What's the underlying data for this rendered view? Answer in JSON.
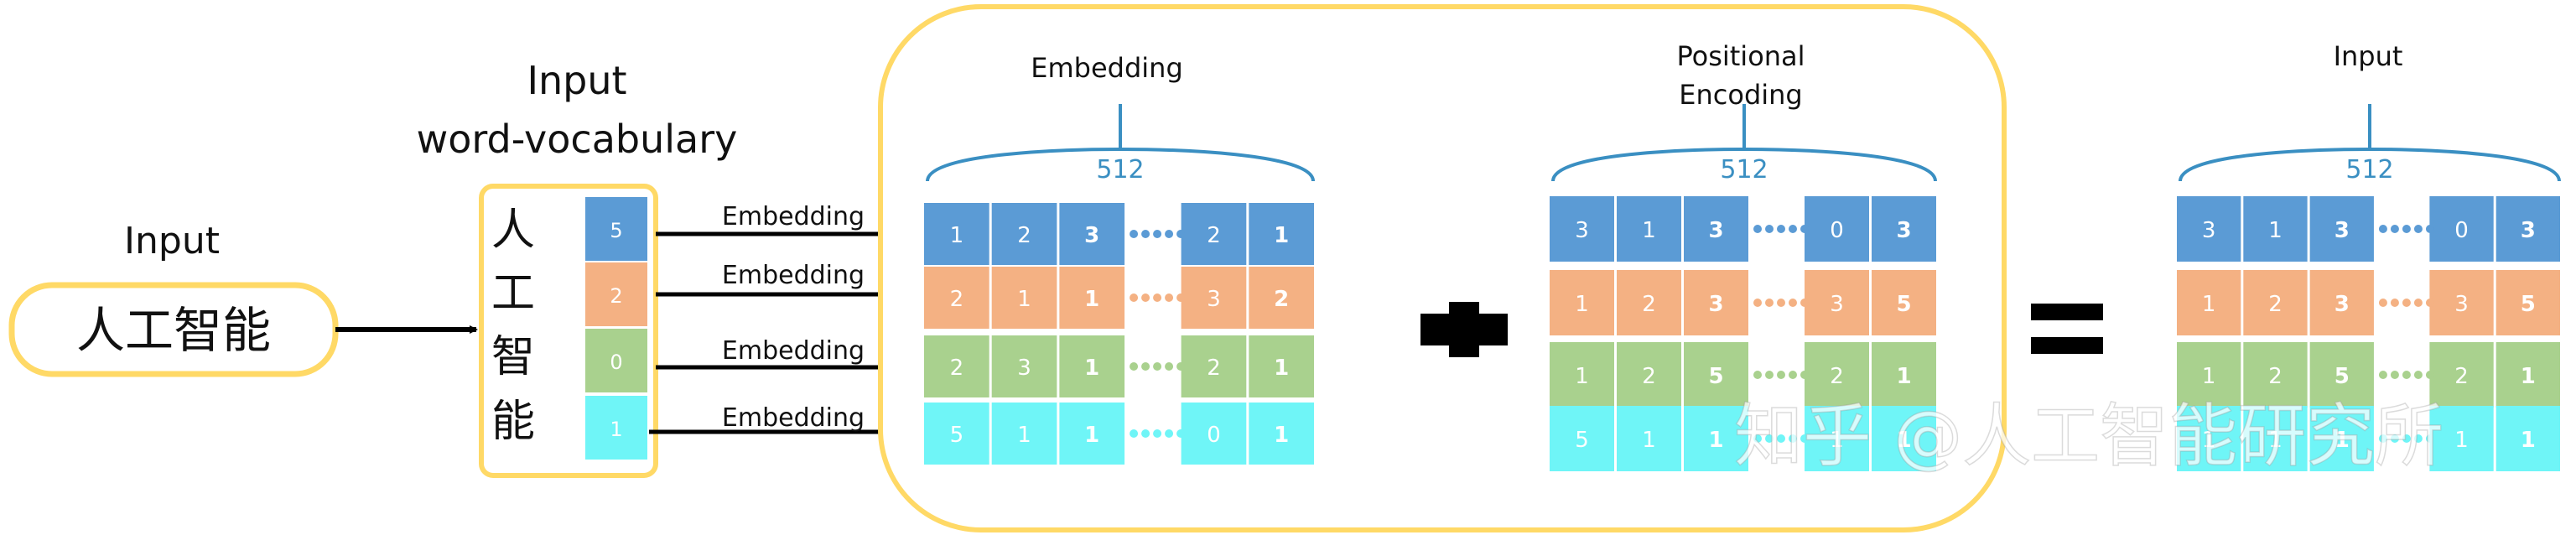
{
  "input_label": "Input",
  "input_text": "人工智能",
  "vocab_title_line1": "Input",
  "vocab_title_line2": "word-vocabulary",
  "vocab_chars": [
    "人",
    "工",
    "智",
    "能"
  ],
  "vocab_ids": [
    "5",
    "2",
    "0",
    "1"
  ],
  "arrow_labels": [
    "Embedding",
    "Embedding",
    "Embedding",
    "Embedding"
  ],
  "embedding_title": "Embedding",
  "pos_title_line1": "Positional",
  "pos_title_line2": "Encoding",
  "result_title": "Input",
  "dim_label": "512",
  "plus_sign": "+",
  "equals_sign": "=",
  "watermark": "知乎 @人工智能研究所",
  "colors": {
    "yellow": "#ffd966",
    "blue": "#5b9bd5",
    "orange": "#f4b183",
    "green": "#a9d18e",
    "cyan": "#6ff5f7",
    "brace": "#3a8fc2"
  },
  "embedding_matrix": [
    [
      "1",
      "2",
      "3",
      "2",
      "1"
    ],
    [
      "2",
      "1",
      "1",
      "3",
      "2"
    ],
    [
      "2",
      "3",
      "1",
      "2",
      "1"
    ],
    [
      "5",
      "1",
      "1",
      "0",
      "1"
    ]
  ],
  "positional_matrix": [
    [
      "3",
      "1",
      "3",
      "0",
      "3"
    ],
    [
      "1",
      "2",
      "3",
      "3",
      "5"
    ],
    [
      "1",
      "2",
      "5",
      "2",
      "1"
    ],
    [
      "5",
      "1",
      "1",
      "1",
      "1"
    ]
  ],
  "result_matrix": [
    [
      "3",
      "1",
      "3",
      "0",
      "3"
    ],
    [
      "1",
      "2",
      "3",
      "3",
      "5"
    ],
    [
      "1",
      "2",
      "5",
      "2",
      "1"
    ],
    [
      "1",
      "1",
      "1",
      "1",
      "1"
    ]
  ]
}
